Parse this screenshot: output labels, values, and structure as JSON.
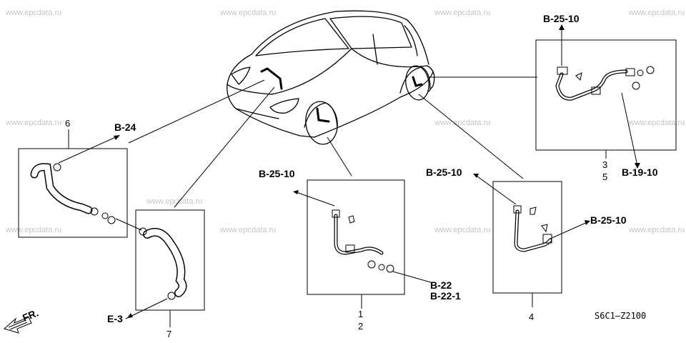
{
  "watermark": "www.epcdata.ru",
  "diagram_code": "S6C1—Z2100",
  "front_indicator": "FR.",
  "callouts": {
    "top_right_b25": "B-25-10",
    "b24": "B-24",
    "middle_b25": "B-25-10",
    "b22": "B-22",
    "b22_1": "B-22-1",
    "box4_left_b25": "B-25-10",
    "box4_right_b25": "B-25-10",
    "b19": "B-19-10",
    "e3": "E-3"
  },
  "part_numbers": {
    "p6": "6",
    "p7": "7",
    "p1": "1",
    "p2": "2",
    "p3": "3",
    "p4": "4",
    "p5": "5"
  }
}
